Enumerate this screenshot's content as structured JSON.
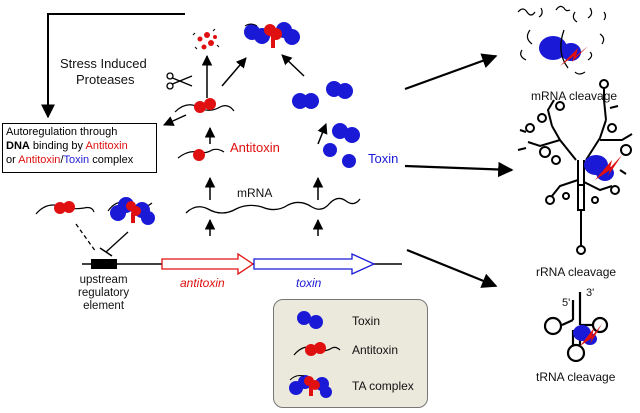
{
  "stress_proteases": [
    "Stress Induced",
    "Proteases"
  ],
  "autoregulation": {
    "line1": "Autoregulation through",
    "line2_bold": "DNA",
    "line2_rest": " binding by ",
    "line2_antitoxin": "Antitoxin",
    "line3_or": "or ",
    "line3_antitoxin": "Antitoxin",
    "line3_slash": "/",
    "line3_toxin": "Toxin",
    "line3_rest": " complex"
  },
  "labels": {
    "antitoxin": "Antitoxin",
    "toxin": "Toxin",
    "mrna": "mRNA",
    "gene_antitoxin": "antitoxin",
    "gene_toxin": "toxin",
    "upstream": [
      "upstream",
      "regulatory",
      "element"
    ]
  },
  "cleavage": {
    "mrna": "mRNA cleavage",
    "rrna": "rRNA cleavage",
    "trna": "tRNA cleavage",
    "trna_5prime": "5'",
    "trna_3prime": "3'"
  },
  "legend": {
    "toxin": "Toxin",
    "antitoxin": "Antitoxin",
    "complex": "TA complex"
  },
  "colors": {
    "toxin": "#1a1ad6",
    "antitoxin": "#e01010",
    "legend_bg": "#ebe8dc"
  }
}
